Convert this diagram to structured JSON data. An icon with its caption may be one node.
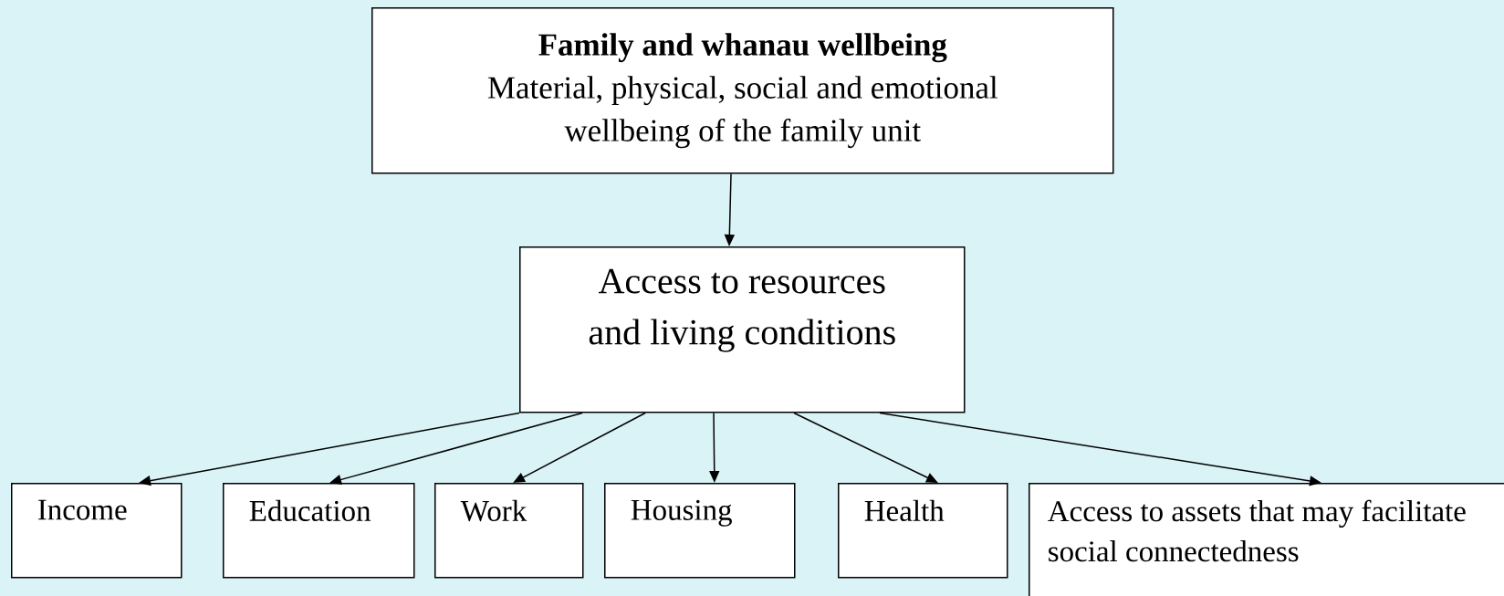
{
  "diagram": {
    "nodes": [
      {
        "text": [
          "Family and whanau wellbeing",
          "Material, physical, social and emotional wellbeing of the family unit"
        ]
      },
      {
        "text": [
          "Access to resources and living conditions"
        ]
      },
      {
        "text": [
          "Income"
        ]
      },
      {
        "text": [
          "Education"
        ]
      },
      {
        "text": [
          "Work"
        ]
      },
      {
        "text": [
          "Housing"
        ]
      },
      {
        "text": [
          "Health"
        ]
      },
      {
        "text": [
          "Access to assets that may facilitate social connectedness"
        ]
      }
    ],
    "edges": [
      {
        "from": 0,
        "to": 1,
        "arrow": "to"
      },
      {
        "from": 1,
        "to": 2,
        "arrow": "to"
      },
      {
        "from": 1,
        "to": 3,
        "arrow": "to"
      },
      {
        "from": 1,
        "to": 4,
        "arrow": "to"
      },
      {
        "from": 1,
        "to": 5,
        "arrow": "to"
      },
      {
        "from": 1,
        "to": 6,
        "arrow": "to"
      },
      {
        "from": 1,
        "to": 7,
        "arrow": "to"
      }
    ]
  }
}
